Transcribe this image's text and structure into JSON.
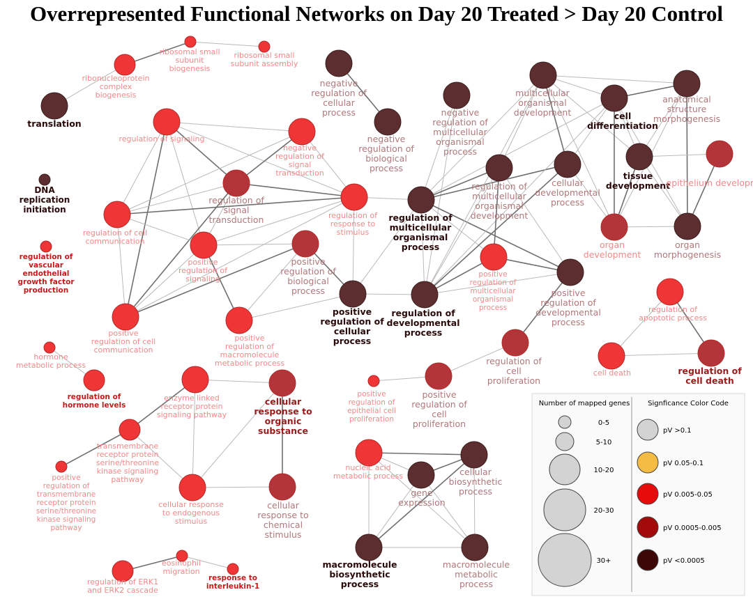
{
  "title": "Overrepresented Functional Networks on Day 20 Treated >  Day 20 Control",
  "colors": {
    "sig_low": "#ef3535",
    "sig_mid": "#b3353a",
    "sig_high": "#5c2e2f",
    "label_low": "#f08a8a",
    "label_mid": "#b0787a",
    "label_dark_red": "#9b1b1b",
    "label_black": "#2a0a0a",
    "label_red": "#c41a1a"
  },
  "nodes": [
    {
      "id": "ribonucleoprotein",
      "lines": [
        "ribonucleoprotein",
        "complex",
        "biogenesis"
      ],
      "sig": "low",
      "size": "10-20",
      "label_style": "low"
    },
    {
      "id": "ribosomal_small_biogenesis",
      "lines": [
        "ribosomal small",
        "subunit",
        "biogenesis"
      ],
      "sig": "low",
      "size": "0-5",
      "label_style": "low"
    },
    {
      "id": "ribosomal_small_assembly",
      "lines": [
        "ribosomal small",
        "subunit assembly"
      ],
      "sig": "low",
      "size": "0-5",
      "label_style": "low"
    },
    {
      "id": "translation",
      "lines": [
        "translation"
      ],
      "sig": "high",
      "size": "20-30",
      "label_style": "black"
    },
    {
      "id": "dna_replication",
      "lines": [
        "DNA",
        "replication",
        "initiation"
      ],
      "sig": "high",
      "size": "0-5",
      "label_style": "black"
    },
    {
      "id": "reg_vegf",
      "lines": [
        "regulation of",
        "vascular",
        "endothelial",
        "growth factor",
        "production"
      ],
      "sig": "low",
      "size": "0-5",
      "label_style": "red"
    },
    {
      "id": "reg_signaling",
      "lines": [
        "regulation of signaling"
      ],
      "sig": "low",
      "size": "20-30",
      "label_style": "low"
    },
    {
      "id": "neg_reg_signal_transduction",
      "lines": [
        "negative",
        "regulation of",
        "signal",
        "transduction"
      ],
      "sig": "low",
      "size": "20-30",
      "label_style": "low"
    },
    {
      "id": "reg_signal_transduction",
      "lines": [
        "regulation of",
        "signal",
        "transduction"
      ],
      "sig": "mid",
      "size": "20-30",
      "label_style": "mid"
    },
    {
      "id": "reg_cell_communication",
      "lines": [
        "regulation of cell",
        "communication"
      ],
      "sig": "low",
      "size": "20-30",
      "label_style": "low"
    },
    {
      "id": "reg_response_stimulus",
      "lines": [
        "regulation of",
        "response to",
        "stimulus"
      ],
      "sig": "low",
      "size": "20-30",
      "label_style": "low"
    },
    {
      "id": "pos_reg_signaling",
      "lines": [
        "positive",
        "regulation of",
        "signaling"
      ],
      "sig": "low",
      "size": "20-30",
      "label_style": "low"
    },
    {
      "id": "pos_reg_biological",
      "lines": [
        "positive",
        "regulation of",
        "biological",
        "process"
      ],
      "sig": "mid",
      "size": "20-30",
      "label_style": "mid"
    },
    {
      "id": "pos_reg_cell_comm",
      "lines": [
        "positive",
        "regulation of cell",
        "communication"
      ],
      "sig": "low",
      "size": "20-30",
      "label_style": "low"
    },
    {
      "id": "pos_reg_macromolecule_metabolic",
      "lines": [
        "positive",
        "regulation of",
        "macromolecule",
        "metabolic process"
      ],
      "sig": "low",
      "size": "20-30",
      "label_style": "low"
    },
    {
      "id": "pos_reg_cellular",
      "lines": [
        "positive",
        "regulation of",
        "cellular",
        "process"
      ],
      "sig": "high",
      "size": "20-30",
      "label_style": "black"
    },
    {
      "id": "neg_reg_cellular",
      "lines": [
        "negative",
        "regulation of",
        "cellular",
        "process"
      ],
      "sig": "high",
      "size": "20-30",
      "label_style": "mid"
    },
    {
      "id": "neg_reg_biological",
      "lines": [
        "negative",
        "regulation of",
        "biological",
        "process"
      ],
      "sig": "high",
      "size": "20-30",
      "label_style": "mid"
    },
    {
      "id": "neg_reg_multicellular",
      "lines": [
        "negative",
        "regulation of",
        "multicellular",
        "organismal",
        "process"
      ],
      "sig": "high",
      "size": "20-30",
      "label_style": "mid"
    },
    {
      "id": "multicellular_dev",
      "lines": [
        "multicellular",
        "organismal",
        "development"
      ],
      "sig": "high",
      "size": "20-30",
      "label_style": "mid"
    },
    {
      "id": "cell_differentiation",
      "lines": [
        "cell",
        "differentiation"
      ],
      "sig": "high",
      "size": "20-30",
      "label_style": "black"
    },
    {
      "id": "anatomical_structure",
      "lines": [
        "anatomical",
        "structure",
        "morphogenesis"
      ],
      "sig": "high",
      "size": "20-30",
      "label_style": "mid"
    },
    {
      "id": "reg_multicellular_dev",
      "lines": [
        "regulation of",
        "multicellular",
        "organismal",
        "development"
      ],
      "sig": "high",
      "size": "20-30",
      "label_style": "mid"
    },
    {
      "id": "cellular_dev",
      "lines": [
        "cellular",
        "developmental",
        "process"
      ],
      "sig": "high",
      "size": "20-30",
      "label_style": "mid"
    },
    {
      "id": "tissue_dev",
      "lines": [
        "tissue",
        "development"
      ],
      "sig": "high",
      "size": "20-30",
      "label_style": "black"
    },
    {
      "id": "epithelium_dev",
      "lines": [
        "epithelium development"
      ],
      "sig": "mid",
      "size": "20-30",
      "label_style": "low"
    },
    {
      "id": "reg_multicellular",
      "lines": [
        "regulation of",
        "multicellular",
        "organismal",
        "process"
      ],
      "sig": "high",
      "size": "20-30",
      "label_style": "black"
    },
    {
      "id": "organ_dev",
      "lines": [
        "organ",
        "development"
      ],
      "sig": "mid",
      "size": "20-30",
      "label_style": "low"
    },
    {
      "id": "organ_morph",
      "lines": [
        "organ",
        "morphogenesis"
      ],
      "sig": "high",
      "size": "20-30",
      "label_style": "mid"
    },
    {
      "id": "pos_reg_multicellular",
      "lines": [
        "positive",
        "regulation of",
        "multicellular",
        "organismal",
        "process"
      ],
      "sig": "low",
      "size": "20-30",
      "label_style": "low"
    },
    {
      "id": "reg_developmental",
      "lines": [
        "regulation of",
        "developmental",
        "process"
      ],
      "sig": "high",
      "size": "20-30",
      "label_style": "black"
    },
    {
      "id": "pos_reg_developmental",
      "lines": [
        "positive",
        "regulation of",
        "developmental",
        "process"
      ],
      "sig": "high",
      "size": "20-30",
      "label_style": "mid"
    },
    {
      "id": "reg_apoptotic",
      "lines": [
        "regulation of",
        "apoptotic process"
      ],
      "sig": "low",
      "size": "20-30",
      "label_style": "low"
    },
    {
      "id": "cell_death",
      "lines": [
        "cell death"
      ],
      "sig": "low",
      "size": "20-30",
      "label_style": "low"
    },
    {
      "id": "reg_cell_death",
      "lines": [
        "regulation of",
        "cell death"
      ],
      "sig": "mid",
      "size": "20-30",
      "label_style": "dark_red"
    },
    {
      "id": "reg_cell_proliferation",
      "lines": [
        "regulation of",
        "cell",
        "proliferation"
      ],
      "sig": "mid",
      "size": "20-30",
      "label_style": "mid"
    },
    {
      "id": "pos_reg_epithelial_prolif",
      "lines": [
        "positive",
        "regulation of",
        "epithelial cell",
        "proliferation"
      ],
      "sig": "low",
      "size": "0-5",
      "label_style": "low"
    },
    {
      "id": "pos_reg_cell_prolif",
      "lines": [
        "positive",
        "regulation of",
        "cell",
        "proliferation"
      ],
      "sig": "mid",
      "size": "20-30",
      "label_style": "mid"
    },
    {
      "id": "hormone_metabolic",
      "lines": [
        "hormone",
        "metabolic process"
      ],
      "sig": "low",
      "size": "0-5",
      "label_style": "low"
    },
    {
      "id": "reg_hormone_levels",
      "lines": [
        "regulation of",
        "hormone levels"
      ],
      "sig": "low",
      "size": "10-20",
      "label_style": "red"
    },
    {
      "id": "enzyme_linked",
      "lines": [
        "enzyme linked",
        "receptor protein",
        "signaling pathway"
      ],
      "sig": "low",
      "size": "20-30",
      "label_style": "low"
    },
    {
      "id": "cellular_response_organic",
      "lines": [
        "cellular",
        "response to",
        "organic",
        "substance"
      ],
      "sig": "mid",
      "size": "20-30",
      "label_style": "dark_red"
    },
    {
      "id": "transmembrane_serine",
      "lines": [
        "transmembrane",
        "receptor protein",
        "serine/threonine",
        "kinase signaling",
        "pathway"
      ],
      "sig": "low",
      "size": "10-20",
      "label_style": "low"
    },
    {
      "id": "pos_reg_transmembrane",
      "lines": [
        "positive",
        "regulation of",
        "transmembrane",
        "receptor protein",
        "serine/threonine",
        "kinase signaling",
        "pathway"
      ],
      "sig": "low",
      "size": "0-5",
      "label_style": "low"
    },
    {
      "id": "cellular_response_endogenous",
      "lines": [
        "cellular response",
        "to endogenous",
        "stimulus"
      ],
      "sig": "low",
      "size": "20-30",
      "label_style": "low"
    },
    {
      "id": "cellular_response_chemical",
      "lines": [
        "cellular",
        "response to",
        "chemical",
        "stimulus"
      ],
      "sig": "mid",
      "size": "20-30",
      "label_style": "mid"
    },
    {
      "id": "nucleic_acid_metabolic",
      "lines": [
        "nucleic acid",
        "metabolic process"
      ],
      "sig": "low",
      "size": "20-30",
      "label_style": "low"
    },
    {
      "id": "gene_expression",
      "lines": [
        "gene",
        "expression"
      ],
      "sig": "high",
      "size": "20-30",
      "label_style": "mid"
    },
    {
      "id": "cellular_biosynthetic",
      "lines": [
        "cellular",
        "biosynthetic",
        "process"
      ],
      "sig": "high",
      "size": "20-30",
      "label_style": "mid"
    },
    {
      "id": "macromolecule_biosynthetic",
      "lines": [
        "macromolecule",
        "biosynthetic",
        "process"
      ],
      "sig": "high",
      "size": "20-30",
      "label_style": "black"
    },
    {
      "id": "macromolecule_metabolic",
      "lines": [
        "macromolecule",
        "metabolic",
        "process"
      ],
      "sig": "high",
      "size": "20-30",
      "label_style": "mid"
    },
    {
      "id": "eosinophil_migration",
      "lines": [
        "eosinophil",
        "migration"
      ],
      "sig": "low",
      "size": "0-5",
      "label_style": "low"
    },
    {
      "id": "reg_erk",
      "lines": [
        "regulation of ERK1",
        "and ERK2 cascade"
      ],
      "sig": "low",
      "size": "10-20",
      "label_style": "low"
    },
    {
      "id": "response_il1",
      "lines": [
        "response to",
        "interleukin-1"
      ],
      "sig": "low",
      "size": "0-5",
      "label_style": "red"
    }
  ],
  "edges": [
    [
      "ribonucleoprotein",
      "ribosomal_small_biogenesis"
    ],
    [
      "ribosomal_small_biogenesis",
      "ribosomal_small_assembly"
    ],
    [
      "ribonucleoprotein",
      "translation"
    ],
    [
      "reg_signaling",
      "reg_signal_transduction"
    ],
    [
      "reg_signaling",
      "reg_cell_communication"
    ],
    [
      "reg_signaling",
      "pos_reg_signaling"
    ],
    [
      "reg_signaling",
      "pos_reg_cell_comm"
    ],
    [
      "reg_signaling",
      "reg_response_stimulus"
    ],
    [
      "reg_signaling",
      "neg_reg_signal_transduction"
    ],
    [
      "neg_reg_signal_transduction",
      "reg_signal_transduction"
    ],
    [
      "neg_reg_signal_transduction",
      "reg_response_stimulus"
    ],
    [
      "neg_reg_signal_transduction",
      "reg_cell_communication"
    ],
    [
      "reg_signal_transduction",
      "reg_response_stimulus"
    ],
    [
      "reg_signal_transduction",
      "reg_cell_communication"
    ],
    [
      "reg_signal_transduction",
      "pos_reg_signaling"
    ],
    [
      "reg_signal_transduction",
      "pos_reg_cell_comm"
    ],
    [
      "reg_cell_communication",
      "pos_reg_signaling"
    ],
    [
      "reg_cell_communication",
      "pos_reg_cell_comm"
    ],
    [
      "reg_cell_communication",
      "reg_response_stimulus"
    ],
    [
      "pos_reg_signaling",
      "pos_reg_cell_comm"
    ],
    [
      "pos_reg_signaling",
      "reg_response_stimulus"
    ],
    [
      "pos_reg_signaling",
      "pos_reg_macromolecule_metabolic"
    ],
    [
      "pos_reg_signaling",
      "pos_reg_biological"
    ],
    [
      "pos_reg_cell_comm",
      "reg_response_stimulus"
    ],
    [
      "pos_reg_cell_comm",
      "pos_reg_biological"
    ],
    [
      "pos_reg_macromolecule_metabolic",
      "pos_reg_biological"
    ],
    [
      "pos_reg_macromolecule_metabolic",
      "pos_reg_cellular"
    ],
    [
      "pos_reg_biological",
      "pos_reg_cellular"
    ],
    [
      "reg_response_stimulus",
      "pos_reg_cellular"
    ],
    [
      "reg_response_stimulus",
      "reg_multicellular"
    ],
    [
      "neg_reg_cellular",
      "neg_reg_biological"
    ],
    [
      "neg_reg_multicellular",
      "reg_multicellular"
    ],
    [
      "neg_reg_multicellular",
      "reg_developmental"
    ],
    [
      "reg_multicellular",
      "reg_multicellular_dev"
    ],
    [
      "reg_multicellular",
      "reg_developmental"
    ],
    [
      "reg_multicellular",
      "pos_reg_multicellular"
    ],
    [
      "reg_multicellular",
      "pos_reg_developmental"
    ],
    [
      "reg_multicellular",
      "multicellular_dev"
    ],
    [
      "reg_multicellular",
      "cell_differentiation"
    ],
    [
      "reg_multicellular",
      "cellular_dev"
    ],
    [
      "reg_multicellular",
      "pos_reg_cellular"
    ],
    [
      "reg_developmental",
      "reg_multicellular_dev"
    ],
    [
      "reg_developmental",
      "pos_reg_multicellular"
    ],
    [
      "reg_developmental",
      "pos_reg_developmental"
    ],
    [
      "reg_developmental",
      "cell_differentiation"
    ],
    [
      "reg_developmental",
      "cellular_dev"
    ],
    [
      "reg_developmental",
      "multicellular_dev"
    ],
    [
      "reg_developmental",
      "pos_reg_cellular"
    ],
    [
      "reg_multicellular_dev",
      "pos_reg_multicellular"
    ],
    [
      "reg_multicellular_dev",
      "pos_reg_developmental"
    ],
    [
      "reg_multicellular_dev",
      "multicellular_dev"
    ],
    [
      "pos_reg_multicellular",
      "pos_reg_developmental"
    ],
    [
      "multicellular_dev",
      "cell_differentiation"
    ],
    [
      "multicellular_dev",
      "anatomical_structure"
    ],
    [
      "multicellular_dev",
      "cellular_dev"
    ],
    [
      "multicellular_dev",
      "tissue_dev"
    ],
    [
      "multicellular_dev",
      "organ_dev"
    ],
    [
      "cell_differentiation",
      "anatomical_structure"
    ],
    [
      "cell_differentiation",
      "cellular_dev"
    ],
    [
      "cell_differentiation",
      "tissue_dev"
    ],
    [
      "cell_differentiation",
      "organ_dev"
    ],
    [
      "cell_differentiation",
      "organ_morph"
    ],
    [
      "anatomical_structure",
      "tissue_dev"
    ],
    [
      "anatomical_structure",
      "organ_morph"
    ],
    [
      "anatomical_structure",
      "organ_dev"
    ],
    [
      "tissue_dev",
      "epithelium_dev"
    ],
    [
      "tissue_dev",
      "organ_dev"
    ],
    [
      "tissue_dev",
      "organ_morph"
    ],
    [
      "organ_dev",
      "organ_morph"
    ],
    [
      "epithelium_dev",
      "organ_morph"
    ],
    [
      "cellular_dev",
      "organ_dev"
    ],
    [
      "reg_apoptotic",
      "cell_death"
    ],
    [
      "reg_apoptotic",
      "reg_cell_death"
    ],
    [
      "reg_cell_death",
      "cell_death"
    ],
    [
      "reg_cell_proliferation",
      "pos_reg_cell_prolif"
    ],
    [
      "reg_cell_proliferation",
      "pos_reg_developmental"
    ],
    [
      "pos_reg_epithelial_prolif",
      "pos_reg_cell_prolif"
    ],
    [
      "hormone_metabolic",
      "reg_hormone_levels"
    ],
    [
      "enzyme_linked",
      "transmembrane_serine"
    ],
    [
      "enzyme_linked",
      "cellular_response_endogenous"
    ],
    [
      "enzyme_linked",
      "cellular_response_organic"
    ],
    [
      "pos_reg_transmembrane",
      "transmembrane_serine"
    ],
    [
      "transmembrane_serine",
      "cellular_response_endogenous"
    ],
    [
      "cellular_response_endogenous",
      "cellular_response_chemical"
    ],
    [
      "cellular_response_organic",
      "cellular_response_chemical"
    ],
    [
      "cellular_response_organic",
      "cellular_response_endogenous"
    ],
    [
      "nucleic_acid_metabolic",
      "gene_expression"
    ],
    [
      "nucleic_acid_metabolic",
      "cellular_biosynthetic"
    ],
    [
      "nucleic_acid_metabolic",
      "macromolecule_biosynthetic"
    ],
    [
      "nucleic_acid_metabolic",
      "macromolecule_metabolic"
    ],
    [
      "gene_expression",
      "cellular_biosynthetic"
    ],
    [
      "gene_expression",
      "macromolecule_biosynthetic"
    ],
    [
      "gene_expression",
      "macromolecule_metabolic"
    ],
    [
      "cellular_biosynthetic",
      "macromolecule_biosynthetic"
    ],
    [
      "cellular_biosynthetic",
      "macromolecule_metabolic"
    ],
    [
      "macromolecule_biosynthetic",
      "macromolecule_metabolic"
    ],
    [
      "eosinophil_migration",
      "reg_erk"
    ],
    [
      "eosinophil_migration",
      "response_il1"
    ]
  ],
  "legend": {
    "size_title": "Number of mapped genes",
    "color_title": "Signficance Color Code",
    "size_items": [
      "0-5",
      "5-10",
      "10-20",
      "20-30",
      "30+"
    ],
    "color_items": [
      {
        "label": "pV >0.1",
        "color": "#d3d3d3"
      },
      {
        "label": "pV 0.05-0.1",
        "color": "#f4bb45"
      },
      {
        "label": "pV 0.005-0.05",
        "color": "#e60c0c"
      },
      {
        "label": "pV 0.0005-0.005",
        "color": "#a30a0a"
      },
      {
        "label": "pV <0.0005",
        "color": "#3d0607"
      }
    ]
  }
}
